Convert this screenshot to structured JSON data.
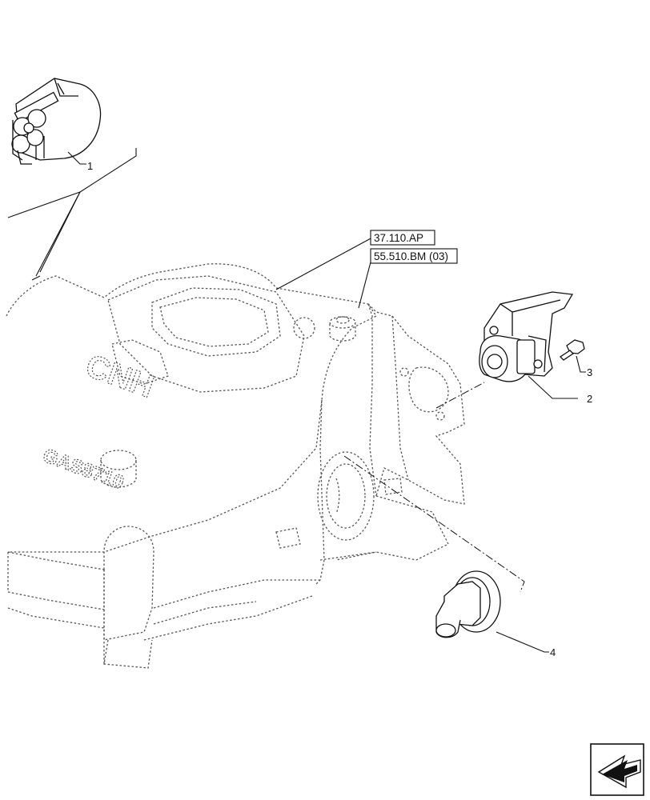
{
  "references": {
    "ref_1": "37.110.AP",
    "ref_2": "55.510.BM (03)"
  },
  "callouts": [
    "1",
    "2",
    "3",
    "4"
  ],
  "engine_marking": {
    "brand": "CNH",
    "code": "GAS8710"
  },
  "nav_icon": "next-page-arrow-icon"
}
